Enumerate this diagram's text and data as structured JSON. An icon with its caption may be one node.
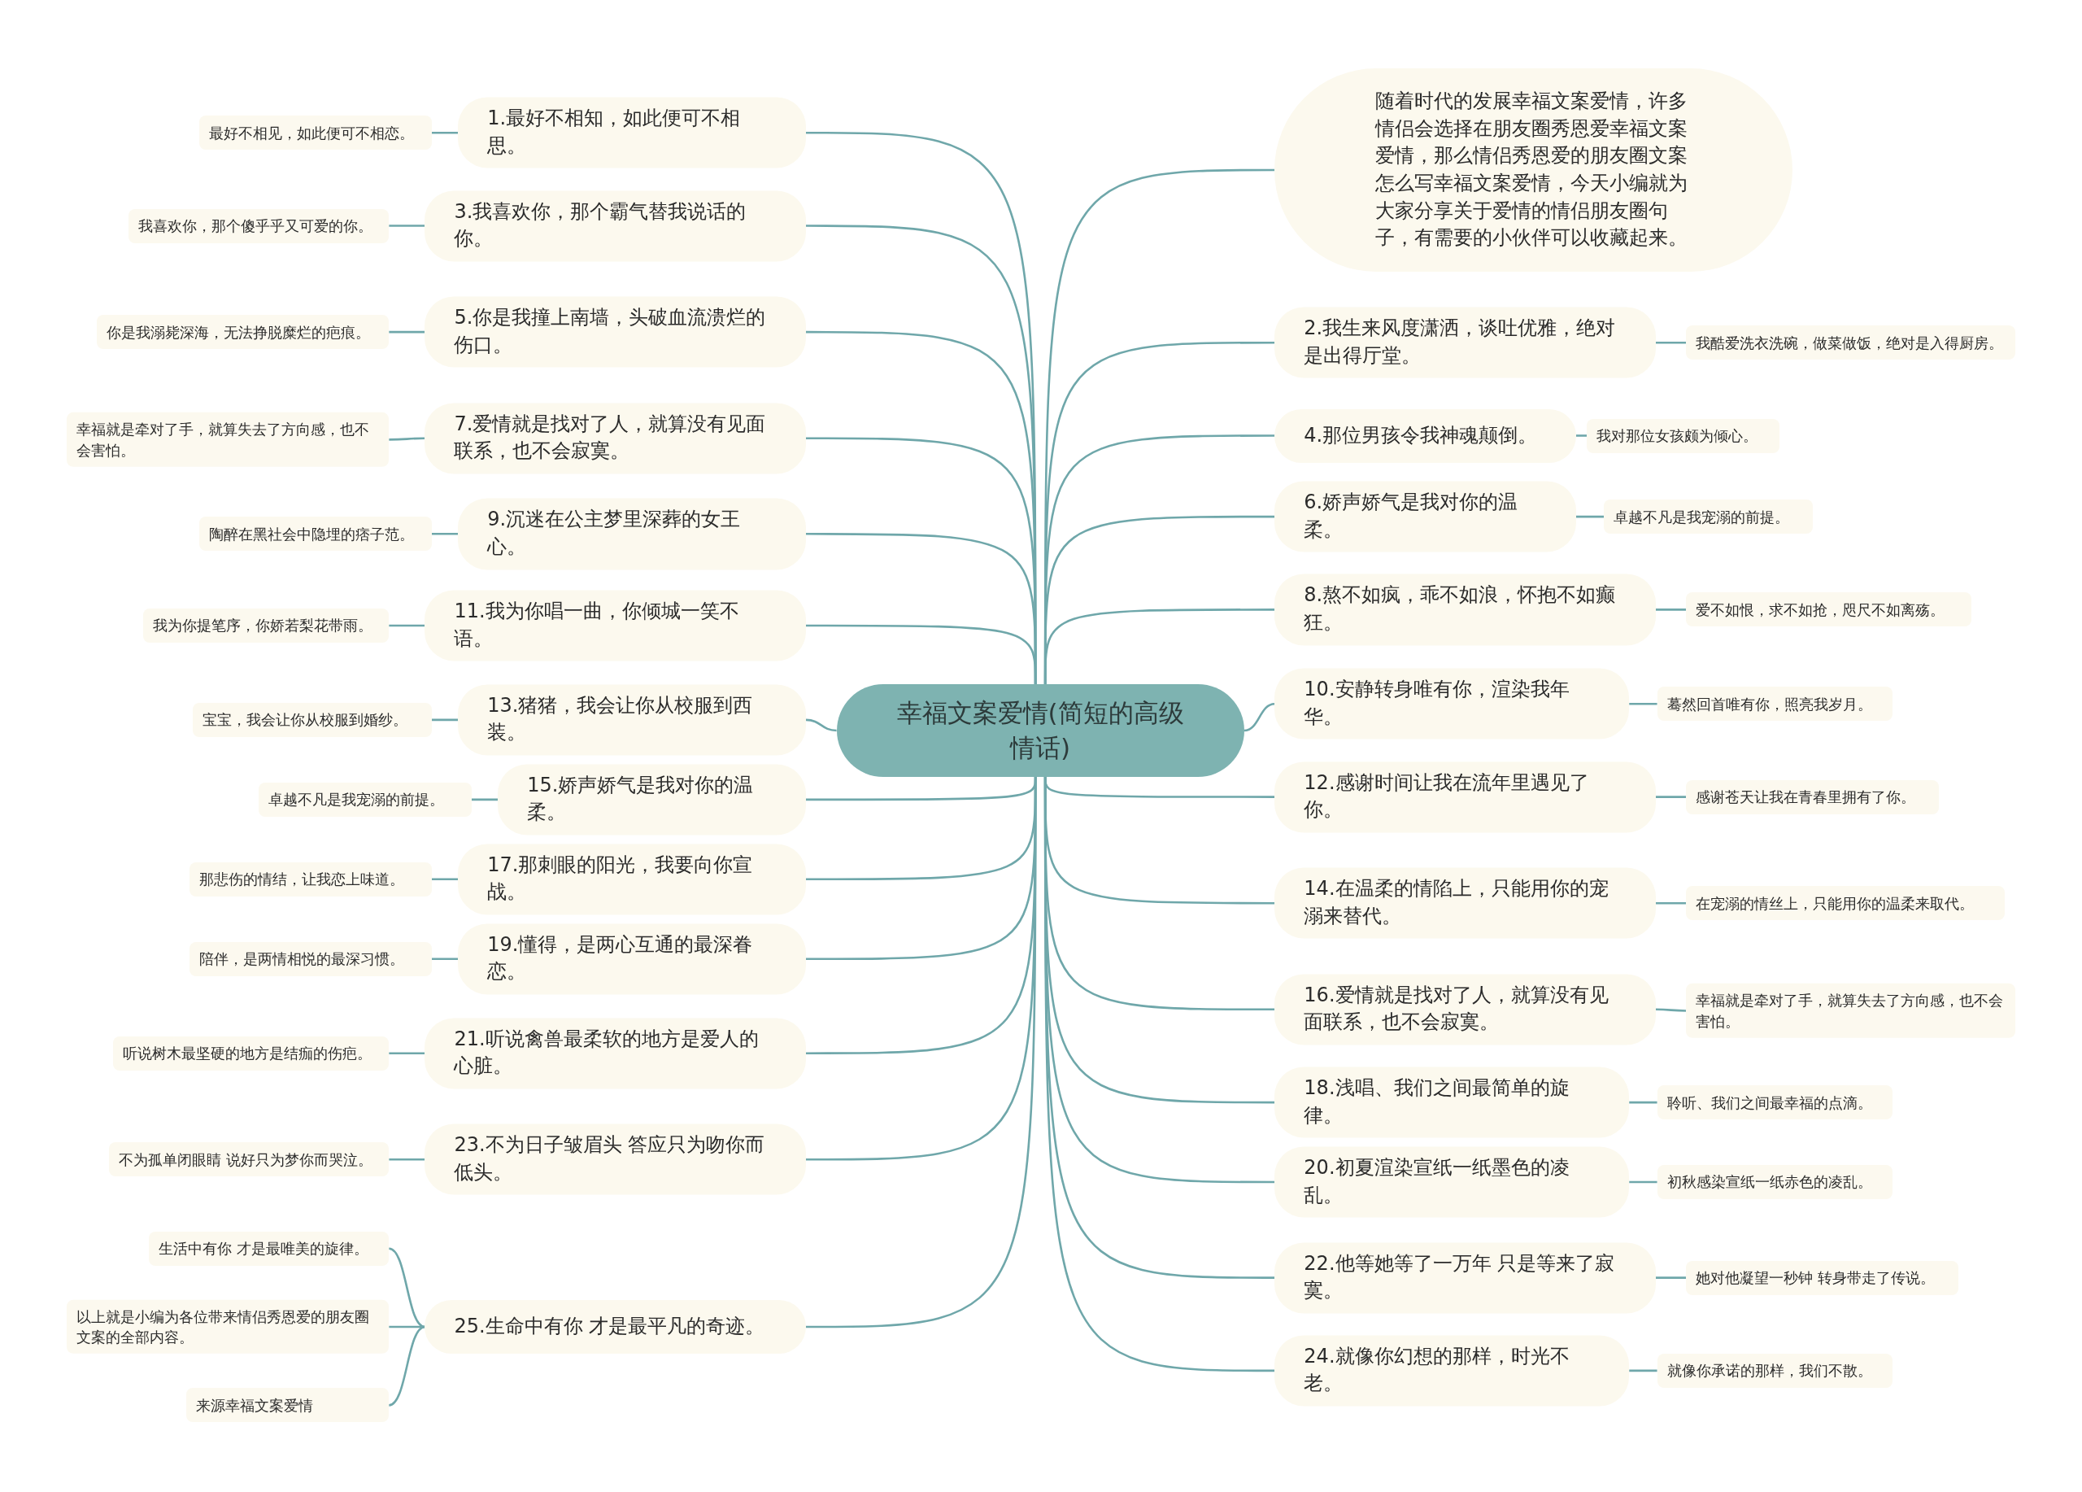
{
  "diagram": {
    "nodes": [
      {
        "text": [
          "幸福文案爱情(简短的高级情话)"
        ]
      },
      {
        "text": [
          "1.最好不相知，如此便可不相思。"
        ]
      },
      {
        "text": [
          "最好不相见，如此便可不相恋。"
        ]
      },
      {
        "text": [
          "3.我喜欢你，那个霸气替我说话的你。"
        ]
      },
      {
        "text": [
          "我喜欢你，那个傻乎乎又可爱的你。"
        ]
      },
      {
        "text": [
          "5.你是我撞上南墙，头破血流溃烂的伤口。"
        ]
      },
      {
        "text": [
          "你是我溺毙深海，无法挣脱糜烂的疤痕。"
        ]
      },
      {
        "text": [
          "7.爱情就是找对了人，就算没有见面联系，也不会寂寞。"
        ]
      },
      {
        "text": [
          "幸福就是牵对了手，就算失去了方向感，也不会害怕。"
        ]
      },
      {
        "text": [
          "9.沉迷在公主梦里深葬的女王心。"
        ]
      },
      {
        "text": [
          "陶醉在黑社会中隐埋的痞子范。"
        ]
      },
      {
        "text": [
          "11.我为你唱一曲，你倾城一笑不语。"
        ]
      },
      {
        "text": [
          "我为你提笔序，你娇若梨花带雨。"
        ]
      },
      {
        "text": [
          "13.猪猪，我会让你从校服到西装。"
        ]
      },
      {
        "text": [
          "宝宝，我会让你从校服到婚纱。"
        ]
      },
      {
        "text": [
          "15.娇声娇气是我对你的温柔。"
        ]
      },
      {
        "text": [
          "卓越不凡是我宠溺的前提。"
        ]
      },
      {
        "text": [
          "17.那刺眼的阳光，我要向你宣战。"
        ]
      },
      {
        "text": [
          "那悲伤的情结，让我恋上味道。"
        ]
      },
      {
        "text": [
          "19.懂得，是两心互通的最深眷恋。"
        ]
      },
      {
        "text": [
          "陪伴，是两情相悦的最深习惯。"
        ]
      },
      {
        "text": [
          "21.听说禽兽最柔软的地方是爱人的心脏。"
        ]
      },
      {
        "text": [
          "听说树木最坚硬的地方是结痂的伤疤。"
        ]
      },
      {
        "text": [
          "23.不为日子皱眉头 答应只为吻你而低头。"
        ]
      },
      {
        "text": [
          "不为孤单闭眼睛 说好只为梦你而哭泣。"
        ]
      },
      {
        "text": [
          "25.生命中有你 才是最平凡的奇迹。"
        ]
      },
      {
        "text": [
          "生活中有你 才是最唯美的旋律。"
        ]
      },
      {
        "text": [
          "以上就是小编为各位带来情侣秀恩爱的朋友圈文案的全部内容。"
        ]
      },
      {
        "text": [
          "来源幸福文案爱情"
        ]
      },
      {
        "text": [
          "随着时代的发展幸福文案爱情，许多情侣会选择在朋友圈秀恩爱幸福文案爱情，那么情侣秀恩爱的朋友圈文案怎么写幸福文案爱情，今天小编就为大家分享关于爱情的情侣朋友圈句子，有需要的小伙伴可以收藏起来。"
        ]
      },
      {
        "text": [
          "2.我生来风度潇洒，谈吐优雅，绝对是出得厅堂。"
        ]
      },
      {
        "text": [
          "我酷爱洗衣洗碗，做菜做饭，绝对是入得厨房。"
        ]
      },
      {
        "text": [
          "4.那位男孩令我神魂颠倒。"
        ]
      },
      {
        "text": [
          "我对那位女孩颇为倾心。"
        ]
      },
      {
        "text": [
          "6.娇声娇气是我对你的温柔。"
        ]
      },
      {
        "text": [
          "卓越不凡是我宠溺的前提。"
        ]
      },
      {
        "text": [
          "8.熬不如疯，乖不如浪，怀抱不如癫狂。"
        ]
      },
      {
        "text": [
          "爱不如恨，求不如抢，咫尺不如离殇。"
        ]
      },
      {
        "text": [
          "10.安静转身唯有你，渲染我年华。"
        ]
      },
      {
        "text": [
          "蓦然回首唯有你，照亮我岁月。"
        ]
      },
      {
        "text": [
          "12.感谢时间让我在流年里遇见了你。"
        ]
      },
      {
        "text": [
          "感谢苍天让我在青春里拥有了你。"
        ]
      },
      {
        "text": [
          "14.在温柔的情陷上，只能用你的宠溺来替代。"
        ]
      },
      {
        "text": [
          "在宠溺的情丝上，只能用你的温柔来取代。"
        ]
      },
      {
        "text": [
          "16.爱情就是找对了人，就算没有见面联系，也不会寂寞。"
        ]
      },
      {
        "text": [
          "幸福就是牵对了手，就算失去了方向感，也不会害怕。"
        ]
      },
      {
        "text": [
          "18.浅唱、我们之间最简单的旋律。"
        ]
      },
      {
        "text": [
          "聆听、我们之间最幸福的点滴。"
        ]
      },
      {
        "text": [
          "20.初夏渲染宣纸一纸墨色的凌乱。"
        ]
      },
      {
        "text": [
          "初秋感染宣纸一纸赤色的凌乱。"
        ]
      },
      {
        "text": [
          "22.他等她等了一万年 只是等来了寂寞。"
        ]
      },
      {
        "text": [
          "她对他凝望一秒钟 转身带走了传说。"
        ]
      },
      {
        "text": [
          "24.就像你幻想的那样，时光不老。"
        ]
      },
      {
        "text": [
          "就像你承诺的那样，我们不散。"
        ]
      }
    ],
    "edges": [
      {
        "from": 0,
        "to": 1,
        "arrow": "none"
      },
      {
        "from": 1,
        "to": 2,
        "arrow": "none"
      },
      {
        "from": 0,
        "to": 3,
        "arrow": "none"
      },
      {
        "from": 3,
        "to": 4,
        "arrow": "none"
      },
      {
        "from": 0,
        "to": 5,
        "arrow": "none"
      },
      {
        "from": 5,
        "to": 6,
        "arrow": "none"
      },
      {
        "from": 0,
        "to": 7,
        "arrow": "none"
      },
      {
        "from": 7,
        "to": 8,
        "arrow": "none"
      },
      {
        "from": 0,
        "to": 9,
        "arrow": "none"
      },
      {
        "from": 9,
        "to": 10,
        "arrow": "none"
      },
      {
        "from": 0,
        "to": 11,
        "arrow": "none"
      },
      {
        "from": 11,
        "to": 12,
        "arrow": "none"
      },
      {
        "from": 0,
        "to": 13,
        "arrow": "none"
      },
      {
        "from": 13,
        "to": 14,
        "arrow": "none"
      },
      {
        "from": 0,
        "to": 15,
        "arrow": "none"
      },
      {
        "from": 15,
        "to": 16,
        "arrow": "none"
      },
      {
        "from": 0,
        "to": 17,
        "arrow": "none"
      },
      {
        "from": 17,
        "to": 18,
        "arrow": "none"
      },
      {
        "from": 0,
        "to": 19,
        "arrow": "none"
      },
      {
        "from": 19,
        "to": 20,
        "arrow": "none"
      },
      {
        "from": 0,
        "to": 21,
        "arrow": "none"
      },
      {
        "from": 21,
        "to": 22,
        "arrow": "none"
      },
      {
        "from": 0,
        "to": 23,
        "arrow": "none"
      },
      {
        "from": 23,
        "to": 24,
        "arrow": "none"
      },
      {
        "from": 0,
        "to": 25,
        "arrow": "none"
      },
      {
        "from": 25,
        "to": 26,
        "arrow": "none"
      },
      {
        "from": 25,
        "to": 27,
        "arrow": "none"
      },
      {
        "from": 25,
        "to": 28,
        "arrow": "none"
      },
      {
        "from": 0,
        "to": 29,
        "arrow": "none"
      },
      {
        "from": 0,
        "to": 30,
        "arrow": "none"
      },
      {
        "from": 30,
        "to": 31,
        "arrow": "none"
      },
      {
        "from": 0,
        "to": 32,
        "arrow": "none"
      },
      {
        "from": 32,
        "to": 33,
        "arrow": "none"
      },
      {
        "from": 0,
        "to": 34,
        "arrow": "none"
      },
      {
        "from": 34,
        "to": 35,
        "arrow": "none"
      },
      {
        "from": 0,
        "to": 36,
        "arrow": "none"
      },
      {
        "from": 36,
        "to": 37,
        "arrow": "none"
      },
      {
        "from": 0,
        "to": 38,
        "arrow": "none"
      },
      {
        "from": 38,
        "to": 39,
        "arrow": "none"
      },
      {
        "from": 0,
        "to": 40,
        "arrow": "none"
      },
      {
        "from": 40,
        "to": 41,
        "arrow": "none"
      },
      {
        "from": 0,
        "to": 42,
        "arrow": "none"
      },
      {
        "from": 42,
        "to": 43,
        "arrow": "none"
      },
      {
        "from": 0,
        "to": 44,
        "arrow": "none"
      },
      {
        "from": 44,
        "to": 45,
        "arrow": "none"
      },
      {
        "from": 0,
        "to": 46,
        "arrow": "none"
      },
      {
        "from": 46,
        "to": 47,
        "arrow": "none"
      },
      {
        "from": 0,
        "to": 48,
        "arrow": "none"
      },
      {
        "from": 48,
        "to": 49,
        "arrow": "none"
      },
      {
        "from": 0,
        "to": 50,
        "arrow": "none"
      },
      {
        "from": 50,
        "to": 51,
        "arrow": "none"
      },
      {
        "from": 0,
        "to": 52,
        "arrow": "none"
      },
      {
        "from": 52,
        "to": 53,
        "arrow": "none"
      }
    ]
  }
}
